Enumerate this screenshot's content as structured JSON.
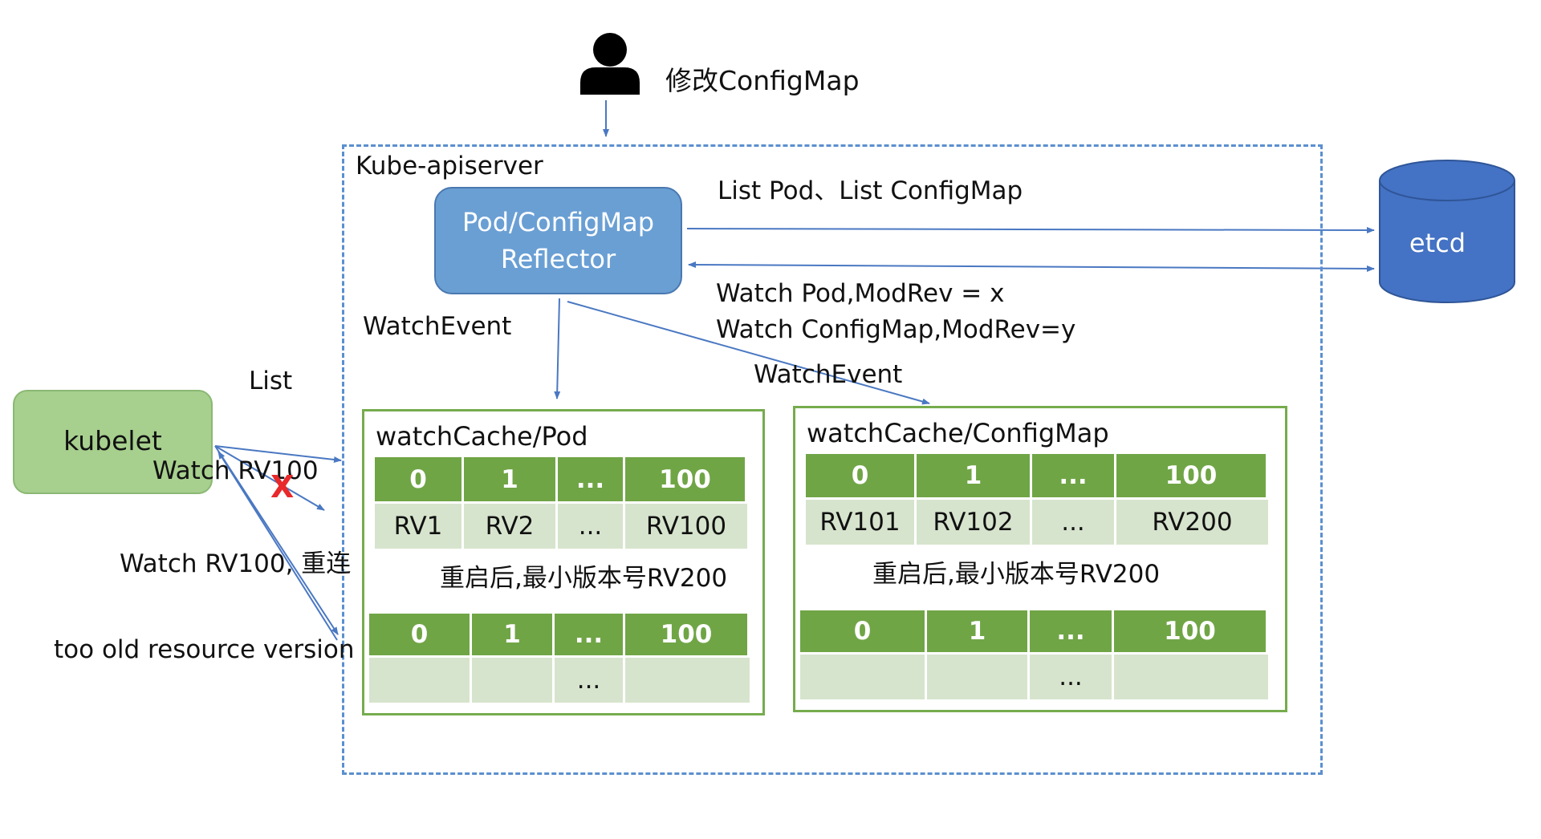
{
  "user": {
    "action_label": "修改ConfigMap"
  },
  "apiserver": {
    "label": "Kube-apiserver"
  },
  "reflector": {
    "line1": "Pod/ConfigMap",
    "line2": "Reflector"
  },
  "etcd": {
    "label": "etcd"
  },
  "kubelet": {
    "label": "kubelet"
  },
  "edges": {
    "list_to_etcd": "List Pod、List ConfigMap",
    "watch_pod": "Watch Pod,ModRev = x",
    "watch_configmap": "Watch ConfigMap,ModRev=y",
    "watch_event_pod": "WatchEvent",
    "watch_event_configmap": "WatchEvent",
    "kubelet_list": "List",
    "kubelet_watch": "Watch RV100",
    "kubelet_reconnect": "Watch RV100, 重连",
    "too_old": "too old resource version",
    "failed_mark": "X"
  },
  "pod_cache": {
    "title": "watchCache/Pod",
    "headers": [
      "0",
      "1",
      "...",
      "100"
    ],
    "values": [
      "RV1",
      "RV2",
      "...",
      "RV100"
    ],
    "restart_note": "重启后,最小版本号RV200",
    "after_headers": [
      "0",
      "1",
      "...",
      "100"
    ],
    "after_values": [
      "",
      "",
      "...",
      ""
    ]
  },
  "configmap_cache": {
    "title": "watchCache/ConfigMap",
    "headers": [
      "0",
      "1",
      "...",
      "100"
    ],
    "values": [
      "RV101",
      "RV102",
      "...",
      "RV200"
    ],
    "restart_note": "重启后,最小版本号RV200",
    "after_headers": [
      "0",
      "1",
      "...",
      "100"
    ],
    "after_values": [
      "",
      "",
      "...",
      ""
    ]
  },
  "colors": {
    "arrow": "#4a78c2",
    "reflector_fill": "#6a9fd4",
    "etcd_fill": "#4472c4",
    "kubelet_fill": "#a7cf8e",
    "cache_border": "#76ac4d",
    "header_fill": "#70a546",
    "value_fill": "#d7e4cd",
    "fail_mark": "#e8282a"
  },
  "icons": {
    "user": "person-icon",
    "database": "cylinder-icon"
  }
}
